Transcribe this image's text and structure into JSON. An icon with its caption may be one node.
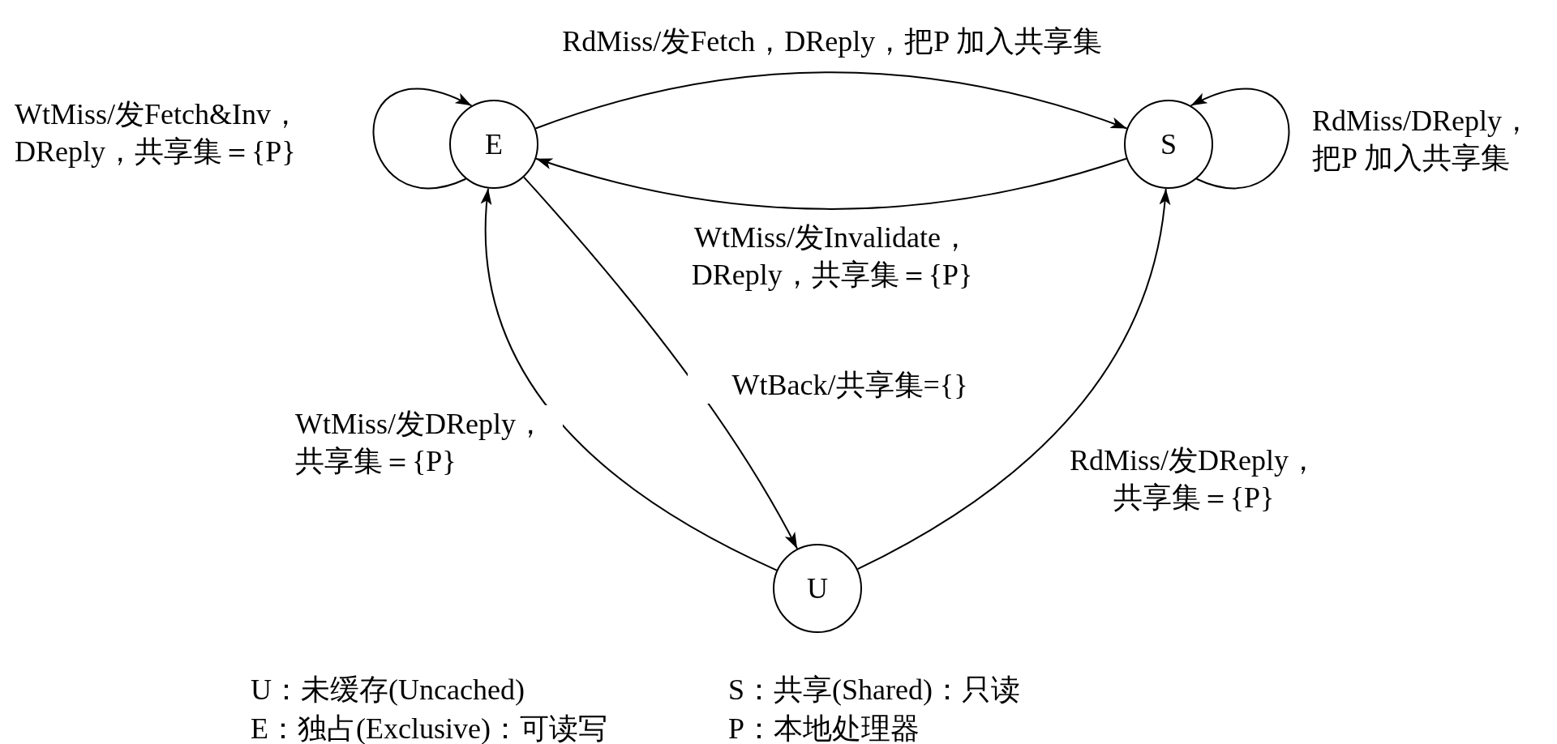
{
  "diagram": {
    "nodes": [
      {
        "text": [
          "E"
        ]
      },
      {
        "text": [
          "S"
        ]
      },
      {
        "text": [
          "U"
        ]
      }
    ],
    "edges": [
      {
        "from": 0,
        "to": 1,
        "arrow": "to",
        "label": "RdMiss/发Fetch，DReply，把P 加入共享集"
      },
      {
        "from": 1,
        "to": 0,
        "arrow": "to",
        "label": "WtMiss/发Invalidate，DReply，共享集＝{P}"
      },
      {
        "from": 0,
        "to": 0,
        "arrow": "to",
        "label": "WtMiss/发Fetch&Inv，DReply，共享集＝{P}"
      },
      {
        "from": 1,
        "to": 1,
        "arrow": "to",
        "label": "RdMiss/DReply，把P 加入共享集"
      },
      {
        "from": 0,
        "to": 2,
        "arrow": "to",
        "label": "WtBack/共享集={}"
      },
      {
        "from": 2,
        "to": 0,
        "arrow": "to",
        "label": "WtMiss/发DReply，共享集＝{P}"
      },
      {
        "from": 2,
        "to": 1,
        "arrow": "to",
        "label": "RdMiss/发DReply，共享集＝{P}"
      }
    ],
    "labels": [
      "U：未缓存(Uncached)",
      "S：共享(Shared)：只读",
      "E：独占(Exclusive)：可读写",
      "P：本地处理器"
    ]
  }
}
